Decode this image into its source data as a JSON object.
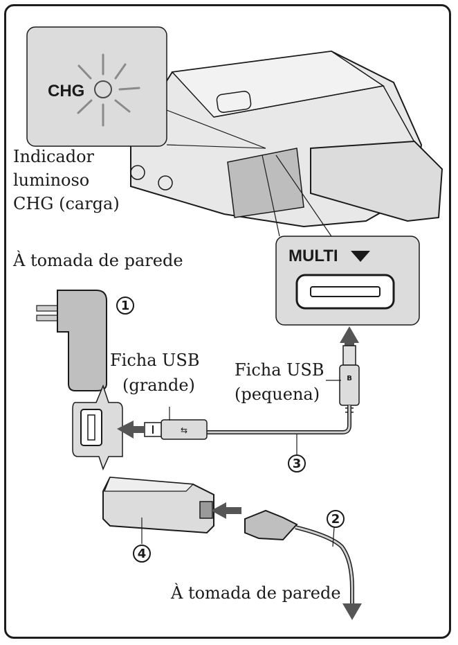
{
  "labels": {
    "chg": "CHG",
    "indicator": [
      "Indicador",
      "luminoso",
      "CHG (carga)"
    ],
    "wall_outlet_top": "À tomada de parede",
    "multi_port": "MULTI",
    "usb_plug_large": [
      "Ficha USB",
      "(grande)"
    ],
    "usb_plug_small": [
      "Ficha USB",
      "(pequena)"
    ],
    "wall_outlet_bottom": "À tomada de parede"
  },
  "callouts": [
    "1",
    "2",
    "3",
    "4"
  ],
  "colors": {
    "line": "#1a1a1a",
    "panel_gray": "#dcdcdc",
    "device_gray": "#c8c8c8",
    "arrow_gray": "#555555"
  }
}
